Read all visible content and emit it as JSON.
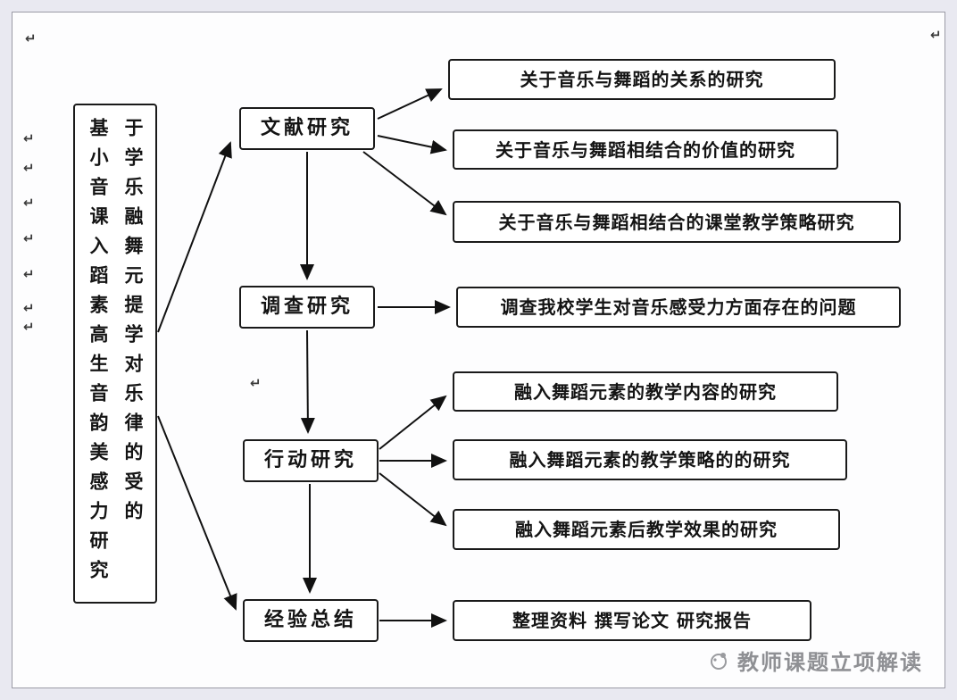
{
  "page": {
    "background_color": "#e9e9f1",
    "paper_color": "#fdfdfe"
  },
  "colors": {
    "box_border": "#1a1a1a",
    "arrow": "#111111",
    "watermark": "#8f9094",
    "formatting_mark": "#3a3a3a"
  },
  "title_box": {
    "left_column": "基小音课入蹈素高生音韵美感力研究",
    "right_column": "于学乐融舞元提学对乐律的受的"
  },
  "stages": [
    {
      "label": "文献研究"
    },
    {
      "label": "调查研究"
    },
    {
      "label": "行动研究"
    },
    {
      "label": "经验总结"
    }
  ],
  "outcomes": [
    {
      "label": "关于音乐与舞蹈的关系的研究"
    },
    {
      "label": "关于音乐与舞蹈相结合的价值的研究"
    },
    {
      "label": "关于音乐与舞蹈相结合的课堂教学策略研究"
    },
    {
      "label": "调查我校学生对音乐感受力方面存在的问题"
    },
    {
      "label": "融入舞蹈元素的教学内容的研究"
    },
    {
      "label": "融入舞蹈元素的教学策略的的研究"
    },
    {
      "label": "融入舞蹈元素后教学效果的研究"
    },
    {
      "label": "整理资料 撰写论文 研究报告"
    }
  ],
  "watermark": {
    "text": "教师课题立项解读"
  },
  "marks": {
    "glyph": "↵"
  }
}
